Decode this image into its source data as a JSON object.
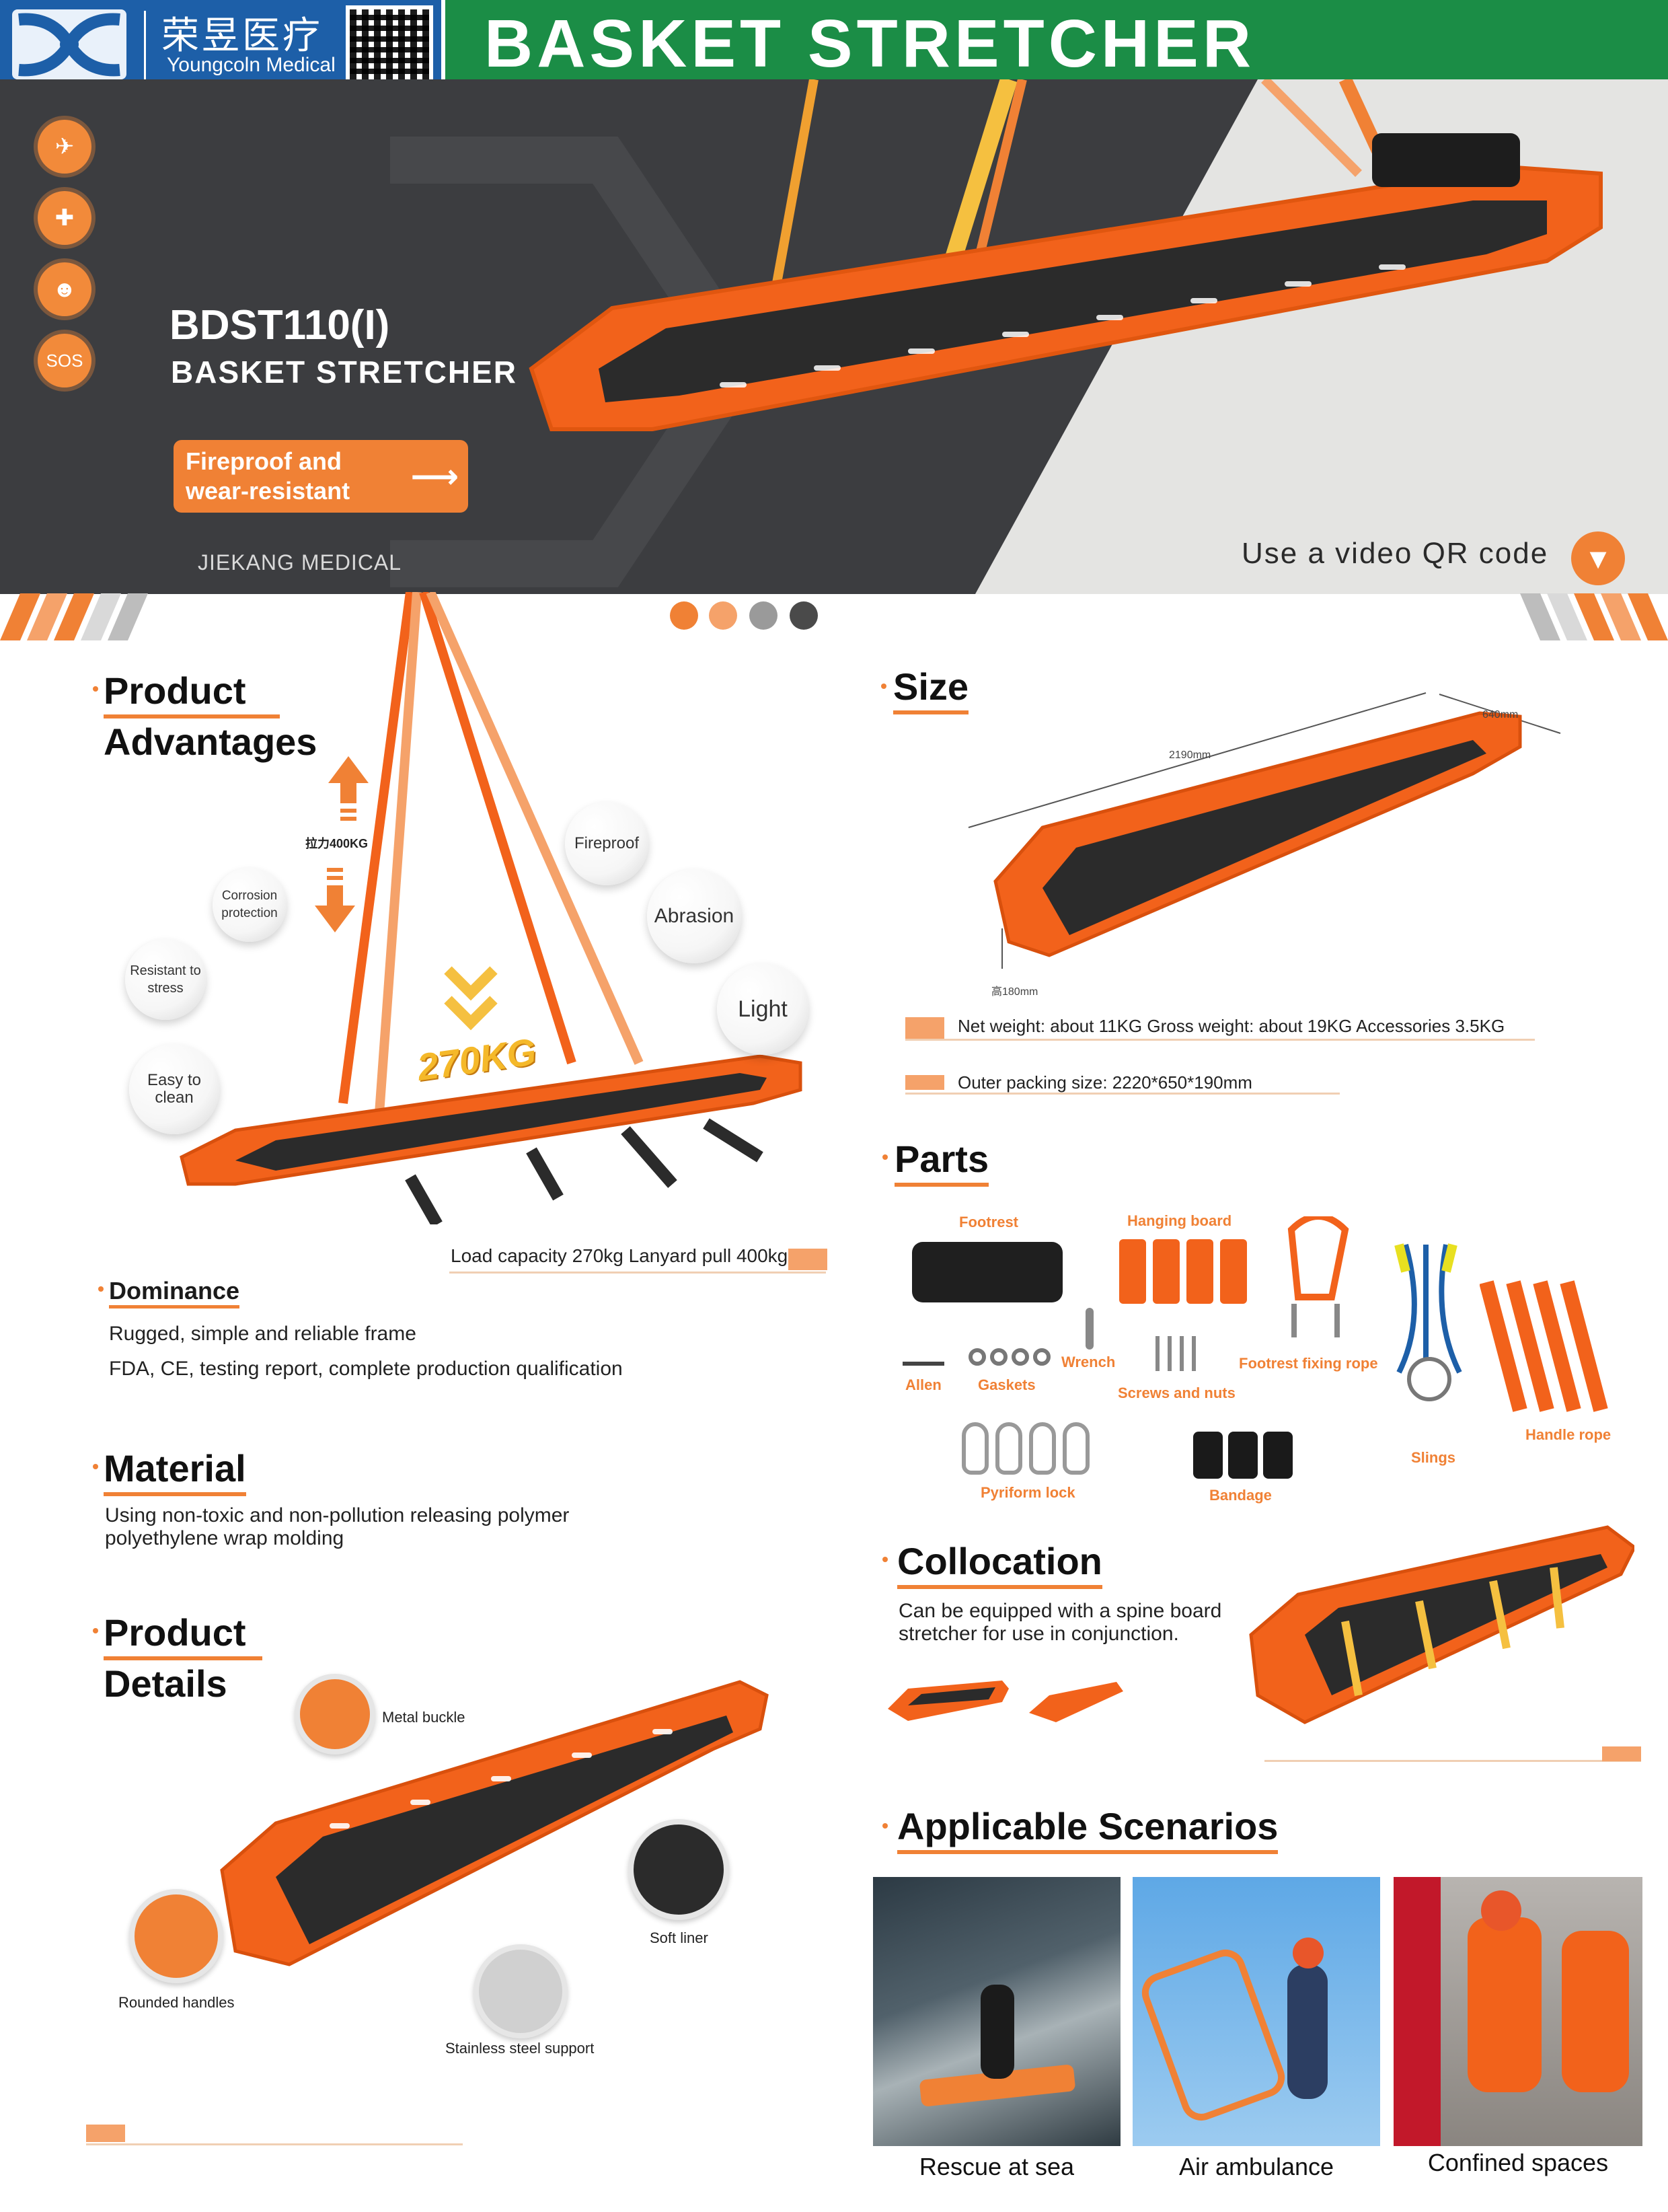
{
  "header": {
    "logo_cn": "荣昱医疗",
    "logo_en": "Youngcoln Medical",
    "title": "BASKET STRETCHER"
  },
  "hero": {
    "model": "BDST110(I)",
    "subtitle": "BASKET STRETCHER",
    "badge": "Fireproof and wear-resistant",
    "brand": "JIEKANG MEDICAL",
    "video_text": "Use a video QR code",
    "icons": [
      "helicopter-icon",
      "medical-kit-icon",
      "rescuer-icon",
      "sos-icon"
    ],
    "icon_sos_label": "SOS",
    "accent_color": "#f08135",
    "dots": [
      "#f08135",
      "#f5a26a",
      "#9a9a9a",
      "#4a4a4a"
    ]
  },
  "advantages": {
    "title_line1": "Product",
    "title_line2": "Advantages",
    "pull_label": "拉力400KG",
    "load_label": "270KG",
    "bubbles": [
      "Corrosion protection",
      "Resistant to stress",
      "Easy to clean",
      "Fireproof",
      "Abrasion",
      "Light"
    ],
    "caption": "Load capacity 270kg Lanyard pull 400kg"
  },
  "dominance": {
    "title": "Dominance",
    "lines": [
      "Rugged, simple and reliable frame",
      "FDA, CE, testing report, complete production qualification"
    ]
  },
  "material": {
    "title": "Material",
    "text": "Using non-toxic and non-pollution releasing polymer polyethylene wrap molding"
  },
  "details": {
    "title_line1": "Product",
    "title_line2": "Details",
    "labels": {
      "metal_buckle": "Metal buckle",
      "soft_liner": "Soft liner",
      "rounded_handles": "Rounded handles",
      "stainless_steel_support": "Stainless steel support"
    }
  },
  "size": {
    "title": "Size",
    "length": "2190mm",
    "width": "640mm",
    "height": "高180mm",
    "weight": "Net weight: about 11KG Gross weight: about 19KG Accessories 3.5KG",
    "packing": "Outer packing size: 2220*650*190mm"
  },
  "parts": {
    "title": "Parts",
    "labels": {
      "footrest": "Footrest",
      "hanging_board": "Hanging board",
      "allen": "Allen",
      "gaskets": "Gaskets",
      "wrench": "Wrench",
      "screws_nuts": "Screws and nuts",
      "footrest_rope": "Footrest fixing rope",
      "slings": "Slings",
      "handle_rope": "Handle rope",
      "pyriform_lock": "Pyriform lock",
      "bandage": "Bandage"
    }
  },
  "collocation": {
    "title": "Collocation",
    "text": "Can be equipped with a spine board stretcher for use in conjunction."
  },
  "scenarios": {
    "title": "Applicable Scenarios",
    "items": [
      "Rescue at sea",
      "Air ambulance",
      "Confined spaces"
    ]
  }
}
